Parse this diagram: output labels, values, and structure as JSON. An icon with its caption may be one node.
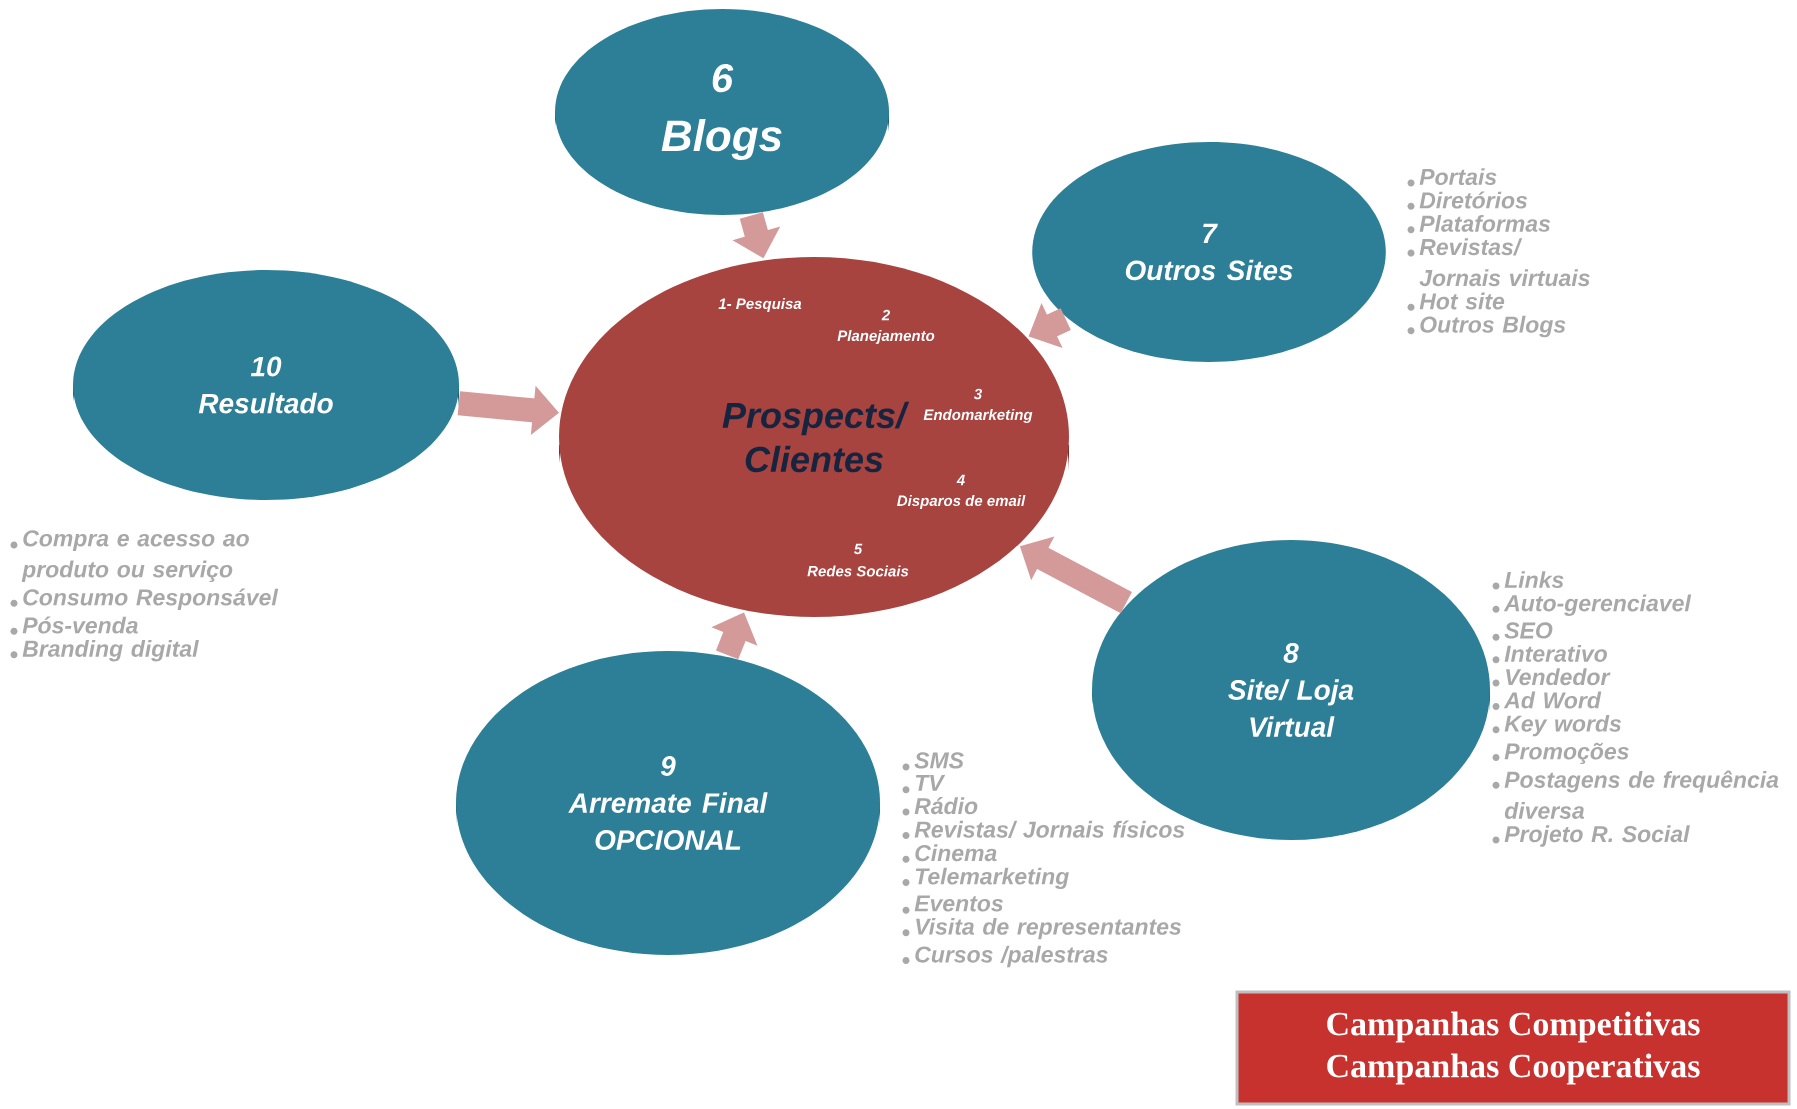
{
  "diagram": {
    "nodes": [
      {
        "text": [
          "1- Pesquisa",
          "2",
          "Planejamento",
          "Prospects/ Clientes",
          "3",
          "Endomarketing",
          "4",
          "Disparos de email",
          "5",
          "Redes Sociais"
        ]
      },
      {
        "text": [
          "6",
          "Blogs"
        ]
      },
      {
        "text": [
          "7",
          "Outros Sites"
        ],
        "beside": [
          "Portais",
          "Diretórios",
          "Plataformas",
          "Revistas/ Jornais virtuais",
          "Hot site",
          "Outros Blogs"
        ]
      },
      {
        "text": [
          "8",
          "Site/ Loja Virtual"
        ],
        "beside": [
          "Links",
          "Auto-gerenciavel",
          "SEO",
          "Interativo",
          "Vendedor",
          "Ad Word",
          "Key words",
          "Promoções",
          "Postagens de frequência diversa",
          "Projeto R. Social"
        ]
      },
      {
        "text": [
          "9",
          "Arremate Final OPCIONAL"
        ],
        "beside": [
          "SMS",
          "TV",
          "Rádio",
          "Revistas/ Jornais físicos",
          "Cinema",
          "Telemarketing",
          "Eventos",
          "Visita de representantes",
          "Cursos /palestras"
        ]
      },
      {
        "text": [
          "10",
          "Resultado"
        ],
        "beside": [
          "Compra e acesso ao produto ou serviço",
          "Consumo Responsável",
          "Pós-venda",
          "Branding digital"
        ]
      },
      {
        "text": [
          "Campanhas Competitivas",
          "Campanhas Cooperativas"
        ]
      }
    ],
    "edges": [
      {
        "from": 1,
        "to": 0,
        "arrow": "to"
      },
      {
        "from": 2,
        "to": 0,
        "arrow": "to"
      },
      {
        "from": 3,
        "to": 0,
        "arrow": "to"
      },
      {
        "from": 4,
        "to": 0,
        "arrow": "to"
      },
      {
        "from": 5,
        "to": 0,
        "arrow": "to"
      }
    ]
  }
}
